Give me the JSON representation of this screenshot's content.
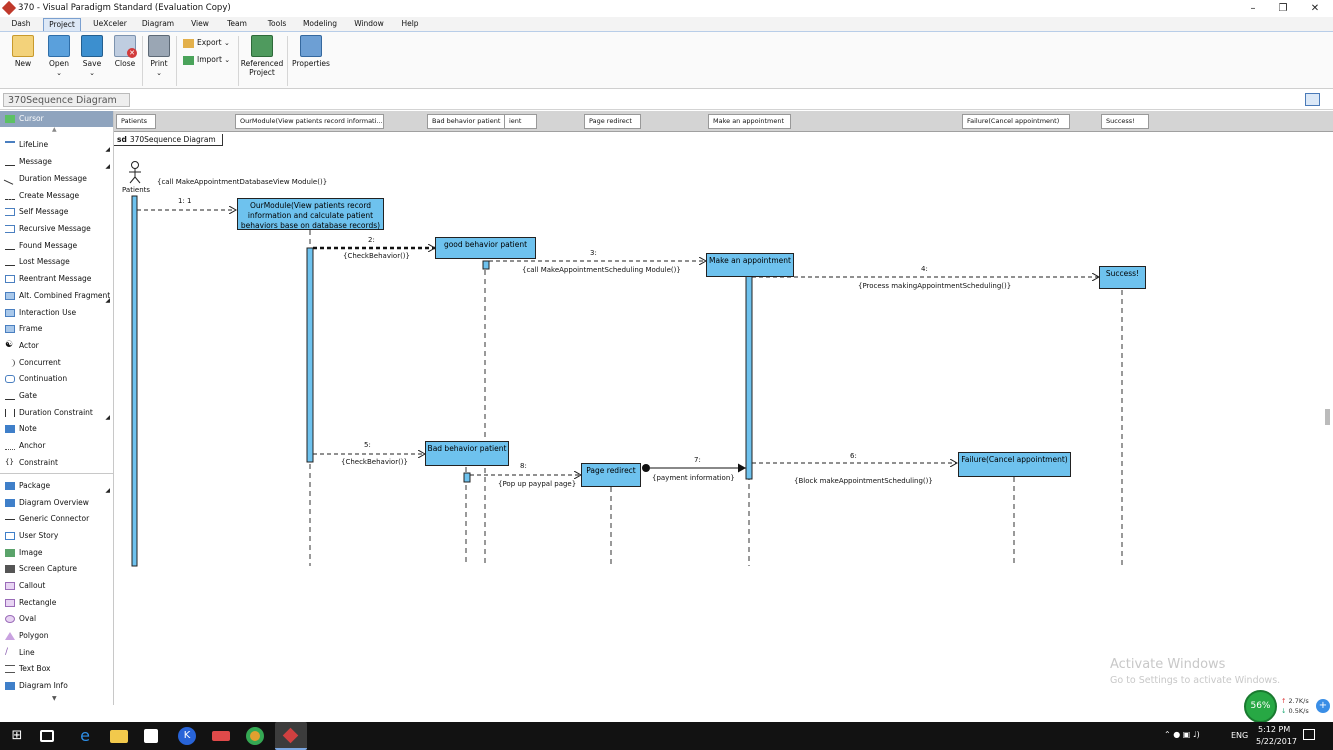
{
  "window": {
    "title": "370 - Visual Paradigm Standard (Evaluation Copy)"
  },
  "menu": {
    "items": [
      "Dash",
      "Project",
      "UeXceler",
      "Diagram",
      "View",
      "Team",
      "Tools",
      "Modeling",
      "Window",
      "Help"
    ],
    "active": "Project"
  },
  "ribbon": {
    "new": "New",
    "open": "Open",
    "save": "Save",
    "close": "Close",
    "print": "Print",
    "export": "Export",
    "import": "Import",
    "referenced_line1": "Referenced",
    "referenced_line2": "Project",
    "properties": "Properties"
  },
  "breadcrumb": "370Sequence Diagram",
  "palette": {
    "items": [
      "Cursor",
      "LifeLine",
      "Message",
      "Duration Message",
      "Create Message",
      "Self Message",
      "Recursive Message",
      "Found Message",
      "Lost Message",
      "Reentrant Message",
      "Alt. Combined Fragment",
      "Interaction Use",
      "Frame",
      "Actor",
      "Concurrent",
      "Continuation",
      "Gate",
      "Duration Constraint",
      "Note",
      "Anchor",
      "Constraint",
      "Package",
      "Diagram Overview",
      "Generic Connector",
      "User Story",
      "Image",
      "Screen Capture",
      "Callout",
      "Rectangle",
      "Oval",
      "Polygon",
      "Line",
      "Text Box",
      "Diagram Info"
    ]
  },
  "lifeline_header": [
    "Patients",
    "OurModule(View patients record informati...",
    "Bad behavior patient",
    "ient",
    "Page redirect",
    "Make an appointment",
    "Failure(Cancel appointment)",
    "Success!"
  ],
  "diagram": {
    "frame_kw": "sd",
    "frame_name": "370Sequence Diagram",
    "actor": "Patients",
    "boxes": {
      "ourmodule": "OurModule(View patients record information and calculate patient behaviors base on database records)",
      "good": "good behavior patient",
      "bad": "Bad behavior patient",
      "appointment": "Make an appointment",
      "success": "Success!",
      "page": "Page redirect",
      "failure": "Failure(Cancel appointment)"
    },
    "messages": {
      "top": "{call MakeAppointmentDatabaseView Module()}",
      "m1": "1: 1",
      "m2": "2:",
      "m2b": "{CheckBehavior()}",
      "m3": "3:",
      "m3b": "{call MakeAppointmentScheduling Module()}",
      "m4": "4:",
      "m4b": "{Process makingAppointmentScheduling()}",
      "m5": "5:",
      "m5b": "{CheckBehavior()}",
      "m6": "6:",
      "m6b": "{Block makeAppointmentScheduling()}",
      "m7": "7:",
      "m7b": "{payment information}",
      "m8": "8:",
      "m8b": "{Pop up paypal page}"
    }
  },
  "watermark": {
    "line1": "Activate Windows",
    "line2": "Go to Settings to activate Windows."
  },
  "tray": {
    "net_pct": "56%",
    "up": "2.7K/s",
    "down": "0.5K/s",
    "lang": "ENG",
    "time": "5:12 PM",
    "date": "5/22/2017"
  }
}
